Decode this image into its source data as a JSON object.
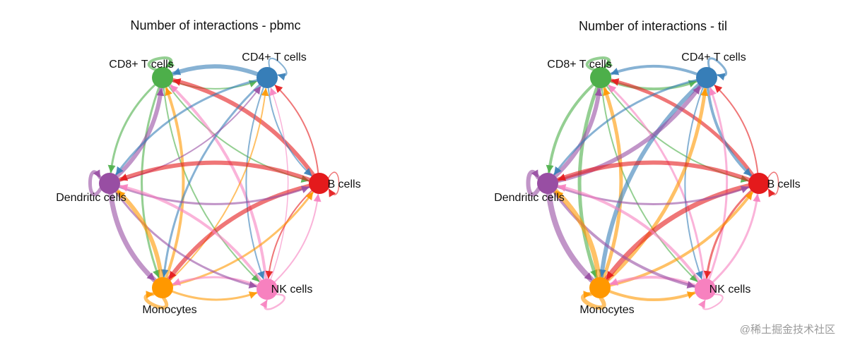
{
  "watermark": "@稀土掘金技术社区",
  "colors": {
    "CD8+ T cells": "#4daf4a",
    "CD4+ T cells": "#377eb8",
    "B cells": "#e41a1c",
    "NK cells": "#f781bf",
    "Monocytes": "#ff9800",
    "Dendritic cells": "#984ea3"
  },
  "chart_data": [
    {
      "type": "network",
      "title": "Number of interactions - pbmc",
      "nodes": [
        "CD8+ T cells",
        "CD4+ T cells",
        "B cells",
        "NK cells",
        "Monocytes",
        "Dendritic cells"
      ],
      "self_loops": [
        {
          "node": "CD8+ T cells",
          "weight": 4
        },
        {
          "node": "CD4+ T cells",
          "weight": 2
        },
        {
          "node": "B cells",
          "weight": 1.5
        },
        {
          "node": "NK cells",
          "weight": 2.5
        },
        {
          "node": "Monocytes",
          "weight": 5
        },
        {
          "node": "Dendritic cells",
          "weight": 5
        }
      ],
      "edges": [
        {
          "source": "CD8+ T cells",
          "target": "CD4+ T cells",
          "weight": 2
        },
        {
          "source": "CD4+ T cells",
          "target": "CD8+ T cells",
          "weight": 6
        },
        {
          "source": "CD8+ T cells",
          "target": "B cells",
          "weight": 2
        },
        {
          "source": "B cells",
          "target": "CD8+ T cells",
          "weight": 6
        },
        {
          "source": "CD8+ T cells",
          "target": "NK cells",
          "weight": 2
        },
        {
          "source": "NK cells",
          "target": "CD8+ T cells",
          "weight": 4
        },
        {
          "source": "CD8+ T cells",
          "target": "Monocytes",
          "weight": 3
        },
        {
          "source": "Monocytes",
          "target": "CD8+ T cells",
          "weight": 4
        },
        {
          "source": "CD8+ T cells",
          "target": "Dendritic cells",
          "weight": 3
        },
        {
          "source": "Dendritic cells",
          "target": "CD8+ T cells",
          "weight": 6
        },
        {
          "source": "CD4+ T cells",
          "target": "B cells",
          "weight": 2
        },
        {
          "source": "B cells",
          "target": "CD4+ T cells",
          "weight": 2
        },
        {
          "source": "CD4+ T cells",
          "target": "NK cells",
          "weight": 2
        },
        {
          "source": "NK cells",
          "target": "CD4+ T cells",
          "weight": 1.5
        },
        {
          "source": "CD4+ T cells",
          "target": "Monocytes",
          "weight": 3
        },
        {
          "source": "Monocytes",
          "target": "CD4+ T cells",
          "weight": 2
        },
        {
          "source": "CD4+ T cells",
          "target": "Dendritic cells",
          "weight": 3
        },
        {
          "source": "Dendritic cells",
          "target": "CD4+ T cells",
          "weight": 2
        },
        {
          "source": "B cells",
          "target": "NK cells",
          "weight": 2
        },
        {
          "source": "NK cells",
          "target": "B cells",
          "weight": 2
        },
        {
          "source": "B cells",
          "target": "Monocytes",
          "weight": 6
        },
        {
          "source": "Monocytes",
          "target": "B cells",
          "weight": 3
        },
        {
          "source": "B cells",
          "target": "Dendritic cells",
          "weight": 6
        },
        {
          "source": "Dendritic cells",
          "target": "B cells",
          "weight": 3
        },
        {
          "source": "NK cells",
          "target": "Monocytes",
          "weight": 3
        },
        {
          "source": "Monocytes",
          "target": "NK cells",
          "weight": 3
        },
        {
          "source": "NK cells",
          "target": "Dendritic cells",
          "weight": 4
        },
        {
          "source": "Dendritic cells",
          "target": "NK cells",
          "weight": 3
        },
        {
          "source": "Monocytes",
          "target": "Dendritic cells",
          "weight": 6
        },
        {
          "source": "Dendritic cells",
          "target": "Monocytes",
          "weight": 7
        }
      ]
    },
    {
      "type": "network",
      "title": "Number of interactions - til",
      "nodes": [
        "CD8+ T cells",
        "CD4+ T cells",
        "B cells",
        "NK cells",
        "Monocytes",
        "Dendritic cells"
      ],
      "self_loops": [
        {
          "node": "CD8+ T cells",
          "weight": 4
        },
        {
          "node": "CD4+ T cells",
          "weight": 3
        },
        {
          "node": "B cells",
          "weight": 1.5
        },
        {
          "node": "NK cells",
          "weight": 2
        },
        {
          "node": "Monocytes",
          "weight": 6
        },
        {
          "node": "Dendritic cells",
          "weight": 6
        }
      ],
      "edges": [
        {
          "source": "CD8+ T cells",
          "target": "CD4+ T cells",
          "weight": 4
        },
        {
          "source": "CD4+ T cells",
          "target": "CD8+ T cells",
          "weight": 4
        },
        {
          "source": "CD8+ T cells",
          "target": "B cells",
          "weight": 2
        },
        {
          "source": "B cells",
          "target": "CD8+ T cells",
          "weight": 5
        },
        {
          "source": "CD8+ T cells",
          "target": "NK cells",
          "weight": 2
        },
        {
          "source": "NK cells",
          "target": "CD8+ T cells",
          "weight": 3
        },
        {
          "source": "CD8+ T cells",
          "target": "Monocytes",
          "weight": 5
        },
        {
          "source": "Monocytes",
          "target": "CD8+ T cells",
          "weight": 5
        },
        {
          "source": "CD8+ T cells",
          "target": "Dendritic cells",
          "weight": 4
        },
        {
          "source": "Dendritic cells",
          "target": "CD8+ T cells",
          "weight": 6
        },
        {
          "source": "CD4+ T cells",
          "target": "B cells",
          "weight": 4
        },
        {
          "source": "B cells",
          "target": "CD4+ T cells",
          "weight": 2
        },
        {
          "source": "CD4+ T cells",
          "target": "NK cells",
          "weight": 2
        },
        {
          "source": "NK cells",
          "target": "CD4+ T cells",
          "weight": 3
        },
        {
          "source": "CD4+ T cells",
          "target": "Monocytes",
          "weight": 6
        },
        {
          "source": "Monocytes",
          "target": "CD4+ T cells",
          "weight": 5
        },
        {
          "source": "CD4+ T cells",
          "target": "Dendritic cells",
          "weight": 3
        },
        {
          "source": "Dendritic cells",
          "target": "CD4+ T cells",
          "weight": 6
        },
        {
          "source": "B cells",
          "target": "NK cells",
          "weight": 3
        },
        {
          "source": "NK cells",
          "target": "B cells",
          "weight": 3
        },
        {
          "source": "B cells",
          "target": "Monocytes",
          "weight": 7
        },
        {
          "source": "Monocytes",
          "target": "B cells",
          "weight": 4
        },
        {
          "source": "B cells",
          "target": "Dendritic cells",
          "weight": 6
        },
        {
          "source": "Dendritic cells",
          "target": "B cells",
          "weight": 3
        },
        {
          "source": "NK cells",
          "target": "Monocytes",
          "weight": 4
        },
        {
          "source": "Monocytes",
          "target": "NK cells",
          "weight": 4
        },
        {
          "source": "NK cells",
          "target": "Dendritic cells",
          "weight": 4
        },
        {
          "source": "Dendritic cells",
          "target": "NK cells",
          "weight": 4
        },
        {
          "source": "Monocytes",
          "target": "Dendritic cells",
          "weight": 7
        },
        {
          "source": "Dendritic cells",
          "target": "Monocytes",
          "weight": 8
        }
      ]
    }
  ]
}
